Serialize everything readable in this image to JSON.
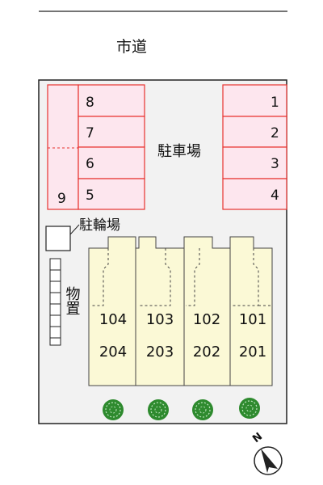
{
  "road_label": "市道",
  "parking_label": "駐車場",
  "bike_parking_label": "駐輪場",
  "storage_label": "物置",
  "parking_left": [
    "8",
    "7",
    "6",
    "5"
  ],
  "parking_left_extra": "9",
  "parking_right": [
    "1",
    "2",
    "3",
    "4"
  ],
  "units_first_floor": [
    "104",
    "103",
    "102",
    "101"
  ],
  "units_second_floor": [
    "204",
    "203",
    "202",
    "201"
  ],
  "compass_label": "N",
  "colors": {
    "parking_fill": "#fde6ee",
    "parking_stroke": "#e8322f",
    "building_fill": "#fbf9d6",
    "site_fill": "#f2f2f2",
    "tree_green": "#2e8a2e"
  }
}
